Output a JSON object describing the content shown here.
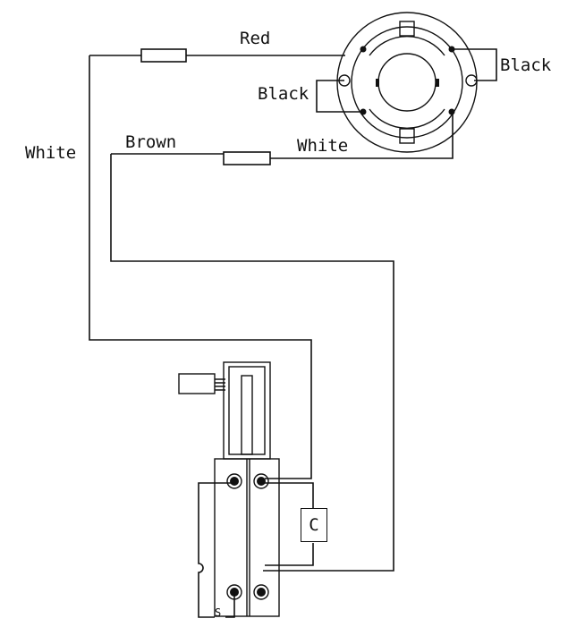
{
  "labels": {
    "red": "Red",
    "white_left": "White",
    "brown": "Brown",
    "white_right": "White",
    "black_right": "Black",
    "black_left": "Black",
    "capacitor": "C",
    "switch_mark": "S"
  },
  "colors": {
    "line": "#111111",
    "background": "#ffffff"
  }
}
